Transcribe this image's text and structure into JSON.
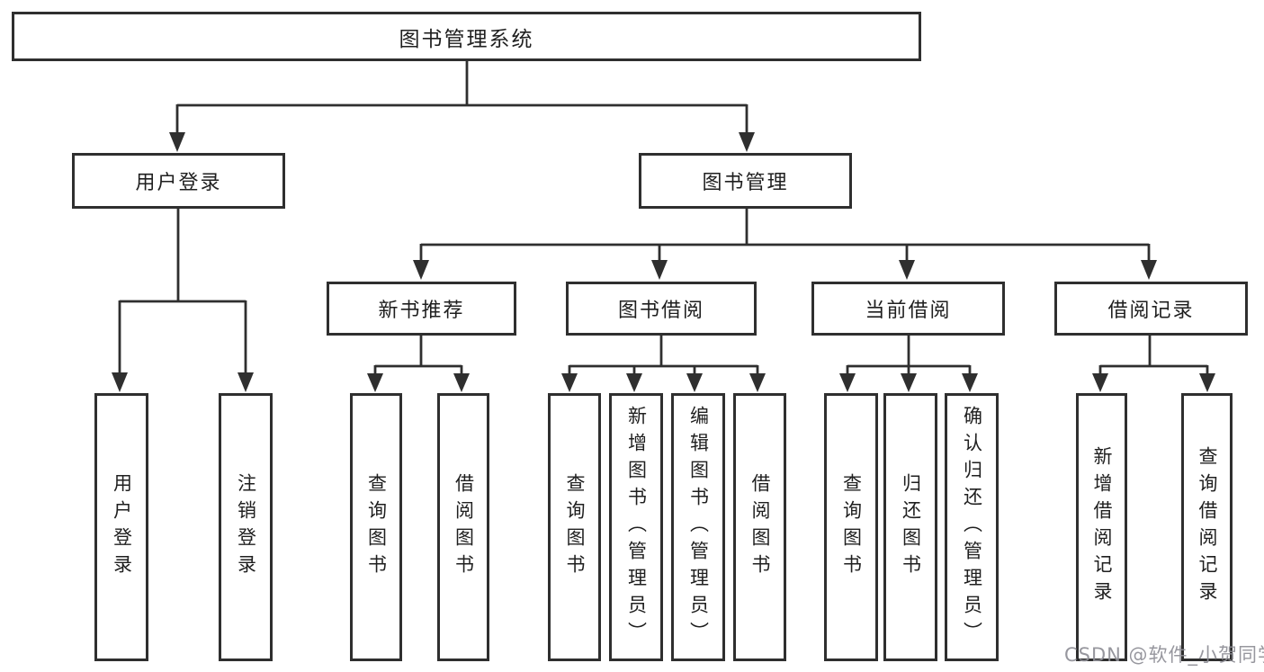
{
  "diagram": {
    "root": {
      "label": "图书管理系统"
    },
    "level2": [
      {
        "label": "用户登录",
        "children": [
          {
            "label": "用户登录"
          },
          {
            "label": "注销登录"
          }
        ]
      },
      {
        "label": "图书管理",
        "children": [
          {
            "label": "新书推荐",
            "children": [
              {
                "label": "查询图书"
              },
              {
                "label": "借阅图书"
              }
            ]
          },
          {
            "label": "图书借阅",
            "children": [
              {
                "label": "查询图书"
              },
              {
                "label": "新增图书（管理员）"
              },
              {
                "label": "编辑图书（管理员）"
              },
              {
                "label": "借阅图书"
              }
            ]
          },
          {
            "label": "当前借阅",
            "children": [
              {
                "label": "查询图书"
              },
              {
                "label": "归还图书"
              },
              {
                "label": "确认归还（管理员）"
              }
            ]
          },
          {
            "label": "借阅记录",
            "children": [
              {
                "label": "新增借阅记录"
              },
              {
                "label": "查询借阅记录"
              }
            ]
          }
        ]
      }
    ],
    "watermark": "CSDN @软件_小贺同学",
    "colors": {
      "line": "#2f2f2f",
      "text": "#1f1f1f",
      "background": "#ffffff",
      "watermark": "#8e8e96"
    }
  }
}
